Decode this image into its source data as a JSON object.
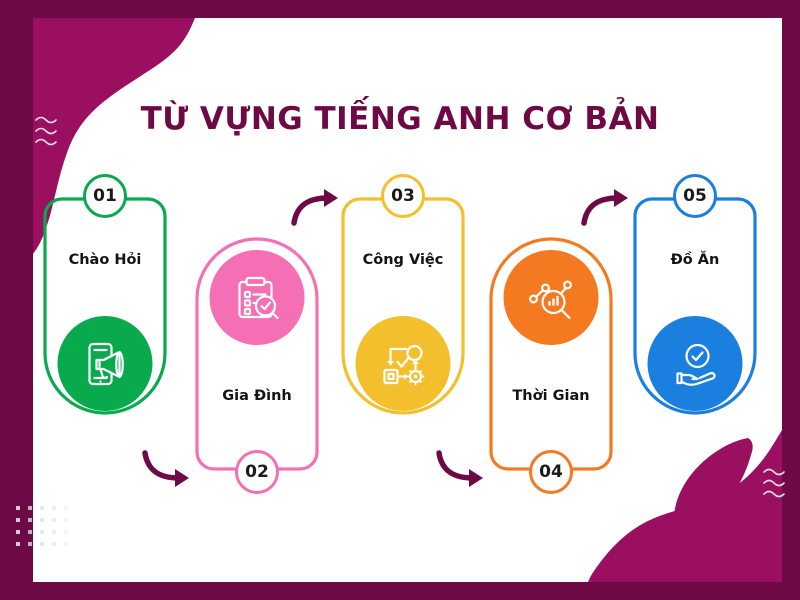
{
  "page": {
    "title": "TỪ VỰNG TIẾNG ANH CƠ BẢN",
    "title_color": "#6d0a45",
    "frame_color": "#6d0a45",
    "blob_color": "#9a0f5f",
    "background": "#ffffff"
  },
  "cards": [
    {
      "number": "01",
      "label": "Chào Hỏi",
      "color": "#09a94e",
      "icon": "phone-megaphone-icon",
      "layout": "badge-top"
    },
    {
      "number": "02",
      "label": "Gia Đình",
      "color": "#f46fb4",
      "icon": "clipboard-search-icon",
      "layout": "badge-bottom"
    },
    {
      "number": "03",
      "label": "Công Việc",
      "color": "#f4bf2c",
      "icon": "workflow-gear-icon",
      "layout": "badge-top"
    },
    {
      "number": "04",
      "label": "Thời Gian",
      "color": "#f47920",
      "icon": "chart-magnifier-icon",
      "layout": "badge-bottom"
    },
    {
      "number": "05",
      "label": "Đồ Ăn",
      "color": "#1b7fe0",
      "icon": "hand-check-icon",
      "layout": "badge-top"
    }
  ],
  "arrows": [
    {
      "name": "arrow-01-to-02",
      "direction": "down-right",
      "color": "#6d0a45"
    },
    {
      "name": "arrow-02-to-03",
      "direction": "up-right",
      "color": "#6d0a45"
    },
    {
      "name": "arrow-03-to-04",
      "direction": "down-right",
      "color": "#6d0a45"
    },
    {
      "name": "arrow-04-to-05",
      "direction": "up-right",
      "color": "#6d0a45"
    }
  ],
  "decorations": {
    "top_left_blob": "blob-shape",
    "bottom_right_blob": "blob-shape",
    "bottom_right_leaf": "leaf-shape",
    "wave_lines_left": "wave-lines-icon",
    "wave_lines_right": "wave-lines-icon",
    "dot_grid": "dot-grid-pattern"
  }
}
